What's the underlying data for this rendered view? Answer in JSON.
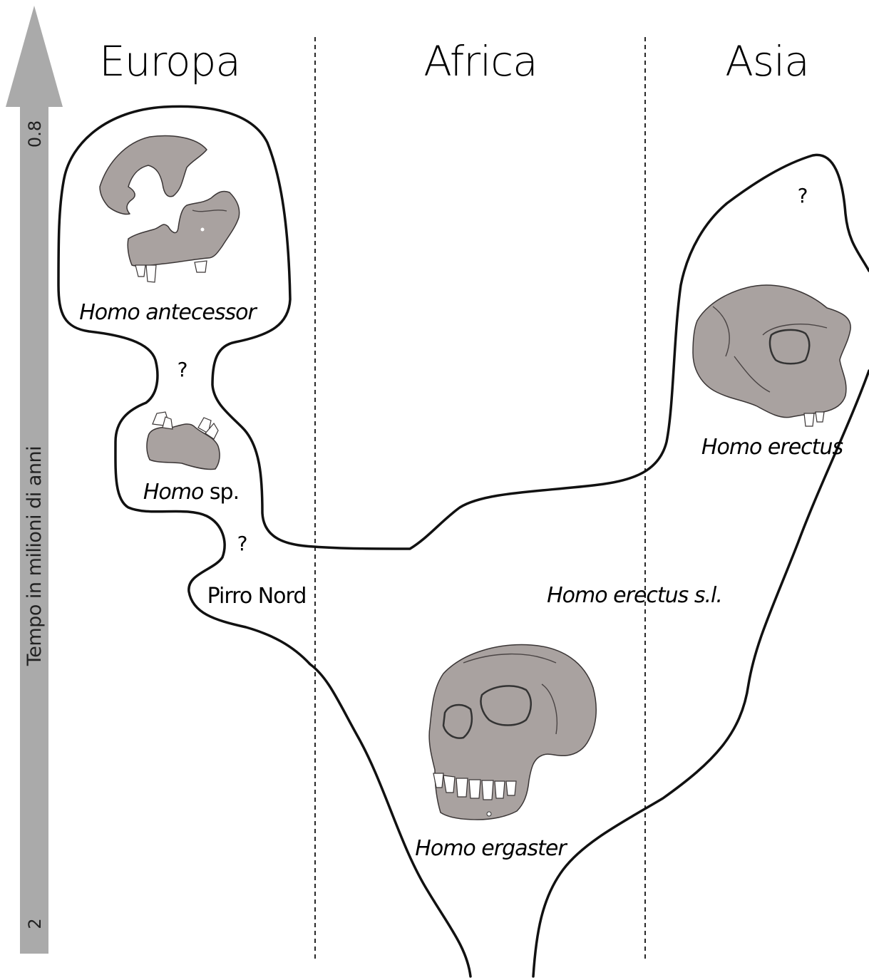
{
  "regions": {
    "europe": "Europa",
    "africa": "Africa",
    "asia": "Asia"
  },
  "axis": {
    "label": "Tempo in milioni di anni",
    "tick_top": "0.8",
    "tick_bottom": "2",
    "color": "#aaaaaa"
  },
  "species": {
    "antecessor": "Homo antecessor",
    "homo_sp_genus": "Homo",
    "homo_sp_suffix": "sp.",
    "pirro_nord": "Pirro Nord",
    "erectus": "Homo erectus",
    "erectus_sl": "Homo erectus s.l.",
    "ergaster": "Homo ergaster"
  },
  "uncertainty": {
    "europe_upper": "?",
    "europe_pirro": "?",
    "asia_top": "?"
  },
  "colors": {
    "bone": "#a9a2a0",
    "outline": "#111111"
  }
}
